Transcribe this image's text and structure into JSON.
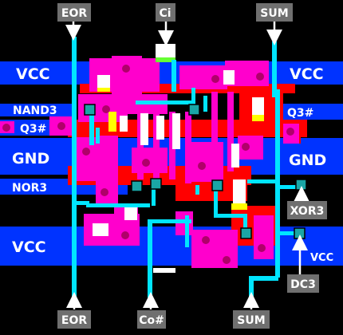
{
  "pins": {
    "eor_top": "EOR",
    "ci": "Ci",
    "sum_top": "SUM",
    "eor_bottom": "EOR",
    "co_n": "Co#",
    "sum_bottom": "SUM",
    "xor3": "XOR3",
    "dc3": "DC3"
  },
  "rails": {
    "vcc_top_left": "VCC",
    "vcc_top_right": "VCC",
    "nand3": "NAND3",
    "q3n_left": "Q3#",
    "q3n_right": "Q3#",
    "gnd_left": "GND",
    "gnd_right": "GND",
    "nor3": "NOR3",
    "vcc_bottom_left": "VCC",
    "vcc_bottom_right": "VCC"
  },
  "colors": {
    "background": "#000000",
    "metal1": "#0033ff",
    "diffusion": "#ff0000",
    "poly": "#ff00cc",
    "metal2": "#00e5ff",
    "via": "#1aa6a6",
    "contact": "#b0006a",
    "label_box": "#6f6f6f"
  }
}
